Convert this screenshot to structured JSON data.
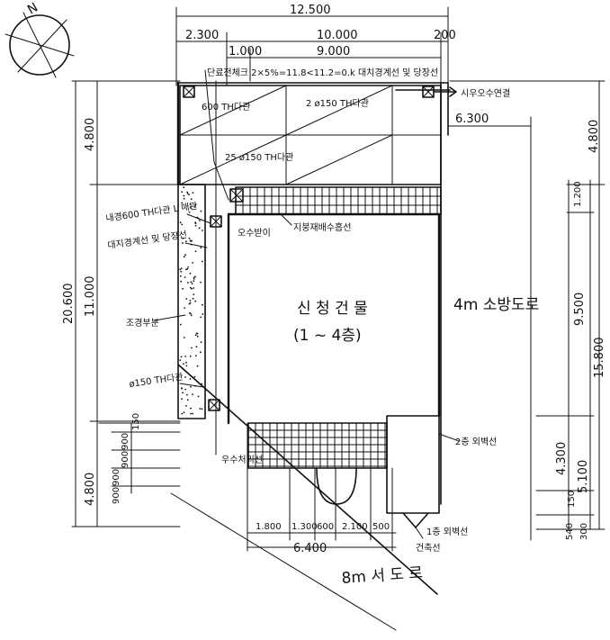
{
  "north_label": "N",
  "dimensions": {
    "top_total": "12.500",
    "top_left": "2.300",
    "top_mid": "10.000",
    "top_right": "200",
    "top_sub_left": "1.000",
    "top_sub_mid": "9.000",
    "setback_right": "6.300",
    "left_total": "20.600",
    "left_upper": "4.800",
    "left_mid": "11.000",
    "left_lower": "4.800",
    "right_top": "4.800",
    "right_a": "1.200",
    "right_b": "9.500",
    "right_c": "15.800",
    "right_d": "4.300",
    "right_e": "5.100",
    "right_small_a": "150",
    "right_small_b": "540",
    "right_small_c": "300",
    "bottom_a": "1.800",
    "bottom_b": "1.300",
    "bottom_c": "600",
    "bottom_d": "2.100",
    "bottom_e": "500",
    "bottom_total": "6.400",
    "stair_a": "150",
    "stair_b": "900",
    "stair_c": "900",
    "stair_d": "900",
    "stair_e": "900"
  },
  "labels": {
    "top_formula": "단료전체크 2×5%=11.8<11.2=0.k 대치경계선 및 당장선",
    "sewer": "시우오수연결",
    "pipe_upper": "600 TH다관",
    "pipe_slope": "2 ø150 TH다관",
    "pipe_mid": "25 ø150 TH다관",
    "manhole": "오수받이",
    "catch_basin": "지붕재배수흡선",
    "left_pipe": "내경600 TH다관 L 매관",
    "boundary": "대지경계선 및 당장선",
    "planting": "조경부분",
    "pipe_left_low": "ø150 TH다관",
    "building_name": "신 청 건 물",
    "building_floors": "(1 ~ 4층)",
    "road_east": "4m 소방도로",
    "road_south": "8m 서 도 로",
    "east_line_label": "2층 외벽선",
    "outer_wall": "1층 외벽선",
    "drain": "건축선",
    "bottom_ditch": "우수처리선"
  },
  "colors": {
    "ink": "#111111",
    "paper": "#ffffff"
  }
}
